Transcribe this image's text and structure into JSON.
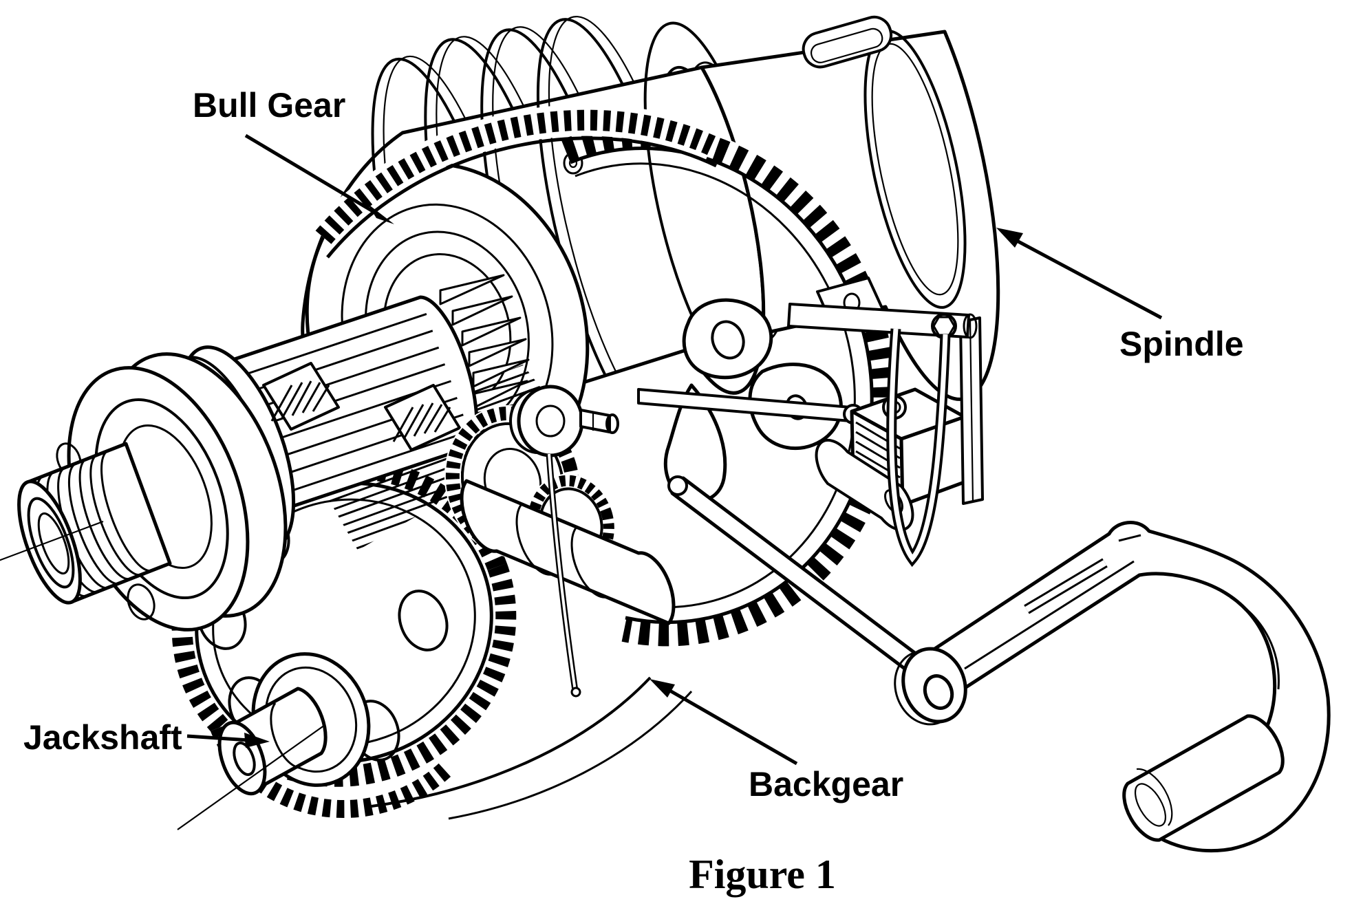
{
  "figure": {
    "caption": "Figure 1",
    "ink_color": "#000000",
    "background_color": "#ffffff",
    "component_labels": {
      "bull_gear": "Bull Gear",
      "spindle": "Spindle",
      "jackshaft": "Jackshaft",
      "backgear": "Backgear"
    }
  }
}
